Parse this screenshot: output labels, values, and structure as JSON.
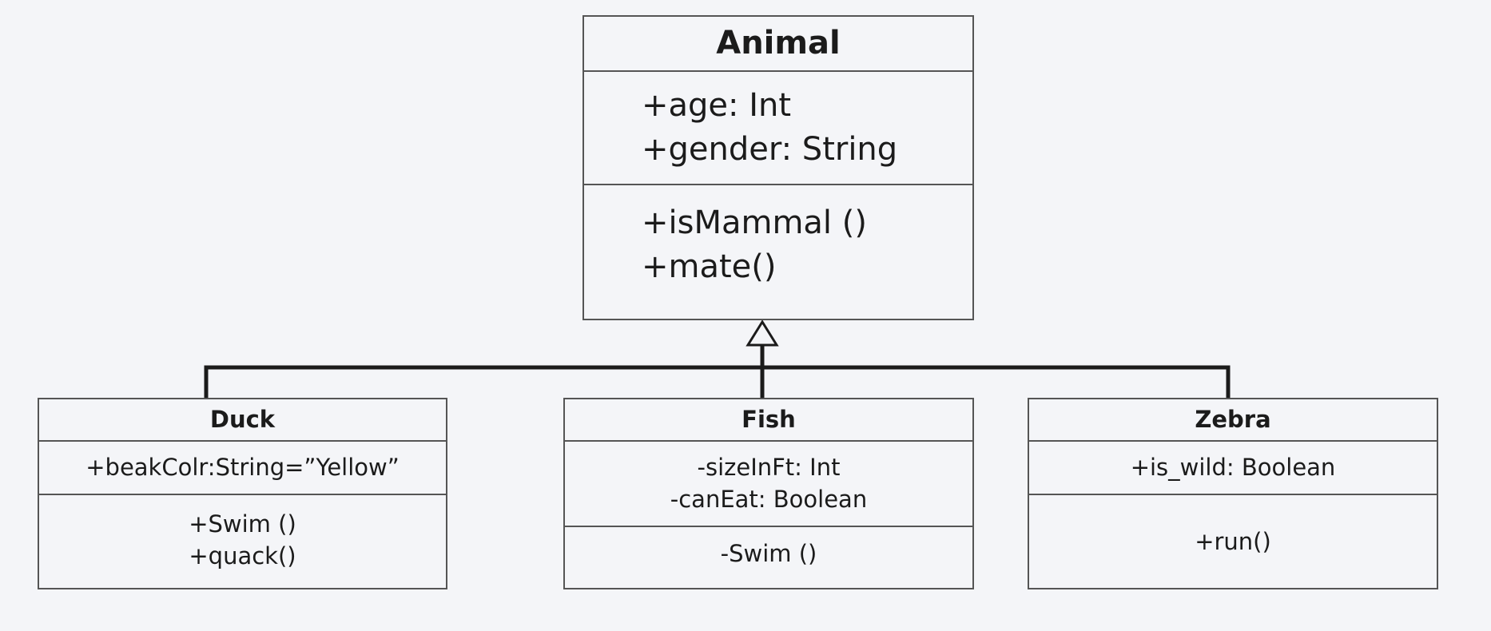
{
  "colors": {
    "background": "#f4f5f8",
    "border": "#555555",
    "text": "#1b1b1b",
    "connector": "#1b1b1b"
  },
  "classes": {
    "animal": {
      "name": "Animal",
      "attributes": [
        "+age: Int",
        "+gender: String"
      ],
      "operations": [
        "+isMammal ()",
        "+mate()"
      ]
    },
    "duck": {
      "name": "Duck",
      "attributes": [
        "+beakColr:String=”Yellow”"
      ],
      "operations": [
        "+Swim ()",
        "+quack()"
      ]
    },
    "fish": {
      "name": "Fish",
      "attributes": [
        "-sizeInFt: Int",
        "-canEat: Boolean"
      ],
      "operations": [
        "-Swim ()"
      ]
    },
    "zebra": {
      "name": "Zebra",
      "attributes": [
        "+is_wild: Boolean"
      ],
      "operations": [
        "+run()"
      ]
    }
  },
  "relationships": [
    {
      "type": "generalization",
      "from": "Duck",
      "to": "Animal"
    },
    {
      "type": "generalization",
      "from": "Fish",
      "to": "Animal"
    },
    {
      "type": "generalization",
      "from": "Zebra",
      "to": "Animal"
    }
  ]
}
